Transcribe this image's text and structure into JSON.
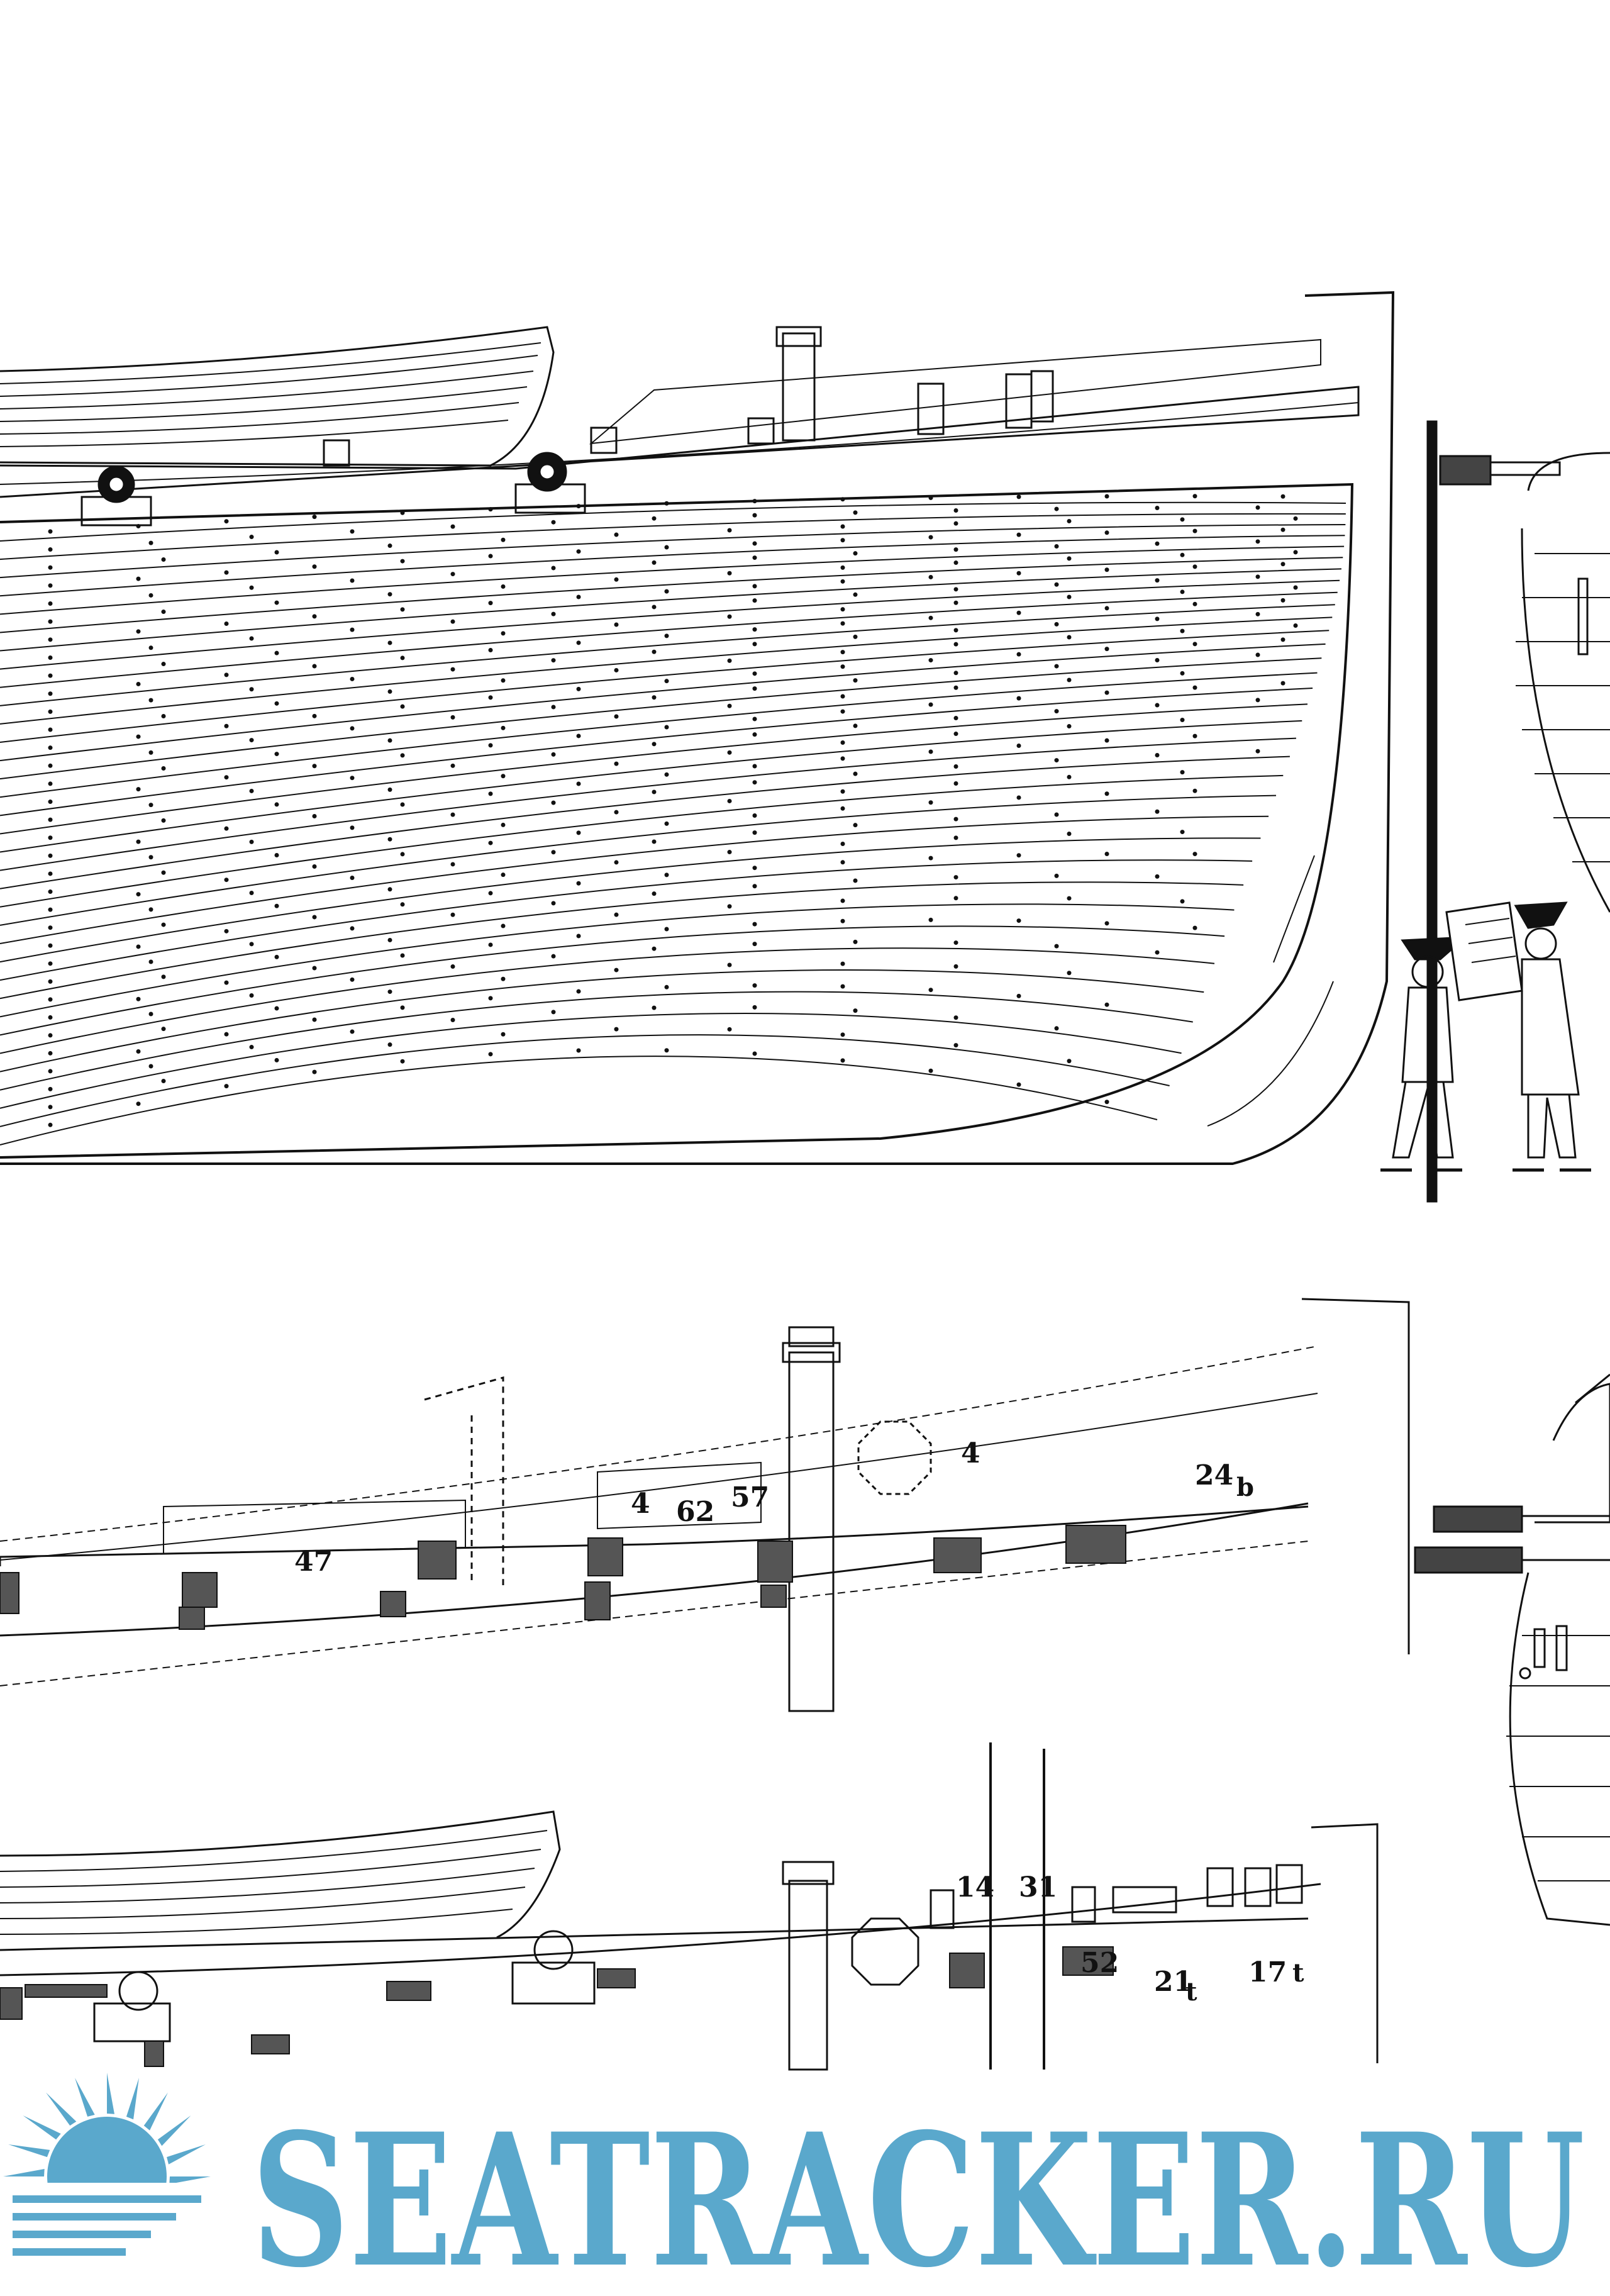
{
  "sheet": {
    "upper_plan": {
      "labels": [
        "4",
        "62",
        "57",
        "4",
        "24",
        "b",
        "47"
      ]
    },
    "lower_plan": {
      "labels": [
        "14",
        "31",
        "52",
        "21",
        "t",
        "17",
        "t"
      ]
    }
  },
  "watermark": {
    "text": "SEATRACKER.RU",
    "color": "#5aa8cc",
    "icon": "sun-icon"
  }
}
